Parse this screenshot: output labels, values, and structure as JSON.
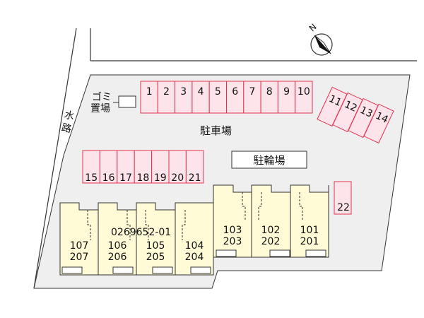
{
  "compass": {
    "north_label": "N",
    "icon": "north-arrow-icon"
  },
  "waterway_label": "水路",
  "garbage_label_top": "ゴミ",
  "garbage_label_bottom": "置場",
  "parking_label": "駐車場",
  "bicycle_parking_label": "駐輪場",
  "property_id": "0269652-01",
  "parking_top_row": [
    "1",
    "2",
    "3",
    "4",
    "5",
    "6",
    "7",
    "8",
    "9",
    "10"
  ],
  "parking_angled": [
    "11",
    "12",
    "13",
    "14"
  ],
  "parking_middle_row": [
    "15",
    "16",
    "17",
    "18",
    "19",
    "20",
    "21"
  ],
  "parking_single": "22",
  "units": [
    {
      "lower": "107",
      "upper": "207"
    },
    {
      "lower": "106",
      "upper": "206"
    },
    {
      "lower": "105",
      "upper": "205"
    },
    {
      "lower": "104",
      "upper": "204"
    },
    {
      "lower": "103",
      "upper": "203"
    },
    {
      "lower": "102",
      "upper": "202"
    },
    {
      "lower": "101",
      "upper": "201"
    }
  ],
  "colors": {
    "site": "#efefef",
    "parking_fill": "#fde4ea",
    "parking_stroke": "#e0334f",
    "building_fill": "#fffbd6",
    "line": "#333333"
  }
}
